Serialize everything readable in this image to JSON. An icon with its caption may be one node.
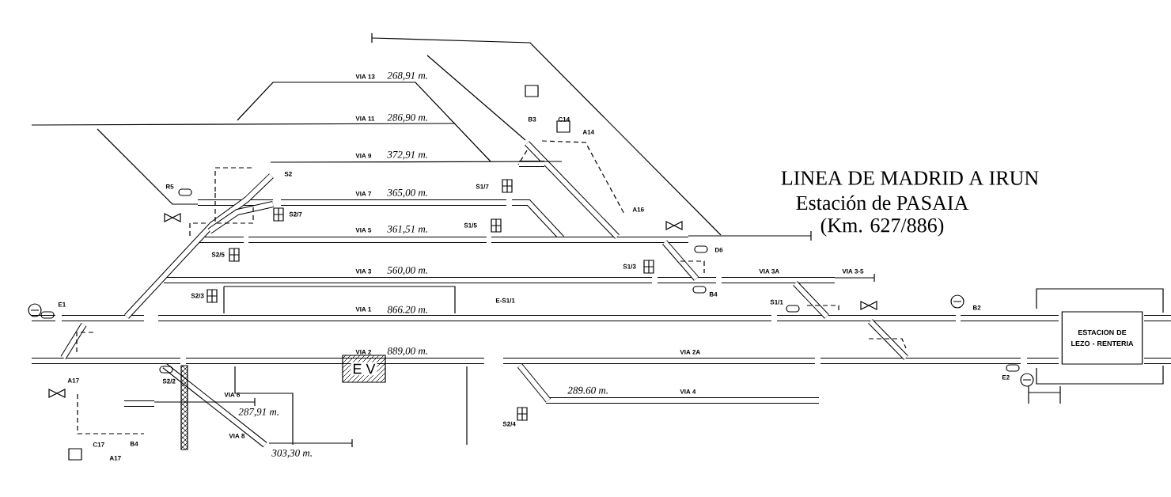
{
  "diagram": {
    "title": "LINEA DE MADRID A IRUN",
    "nodes": [
      {
        "text": [
          "ESTACION DE LEZO - RENTERIA"
        ]
      },
      {
        "text": [
          "E V"
        ]
      }
    ],
    "labels": [
      "Estación de PASAIA",
      "(Km. 627/886)",
      "VIA 13",
      "268,91 m.",
      "VIA 11",
      "286,90 m.",
      "VIA 9",
      "372,91 m.",
      "VIA 7",
      "365,00 m.",
      "VIA 5",
      "361,51 m.",
      "VIA 3",
      "560,00 m.",
      "VIA 1",
      "866.20 m.",
      "VIA 2",
      "889,00 m.",
      "VIA 3A",
      "VIA 3-5",
      "VIA 2A",
      "VIA 4",
      "289.60 m.",
      "VIA 6",
      "287,91 m.",
      "VIA 8",
      "303,30 m.",
      "R5",
      "S2",
      "S2/7",
      "S2/5",
      "S2/3",
      "E1",
      "S1/7",
      "S1/5",
      "B3",
      "C14",
      "A14",
      "A16",
      "D6",
      "S1/3",
      "B4",
      "S1/1",
      "E-S1/1",
      "B2",
      "E2",
      "S2/2",
      "A17",
      "B4",
      "C17",
      "A17",
      "S2/4"
    ]
  }
}
